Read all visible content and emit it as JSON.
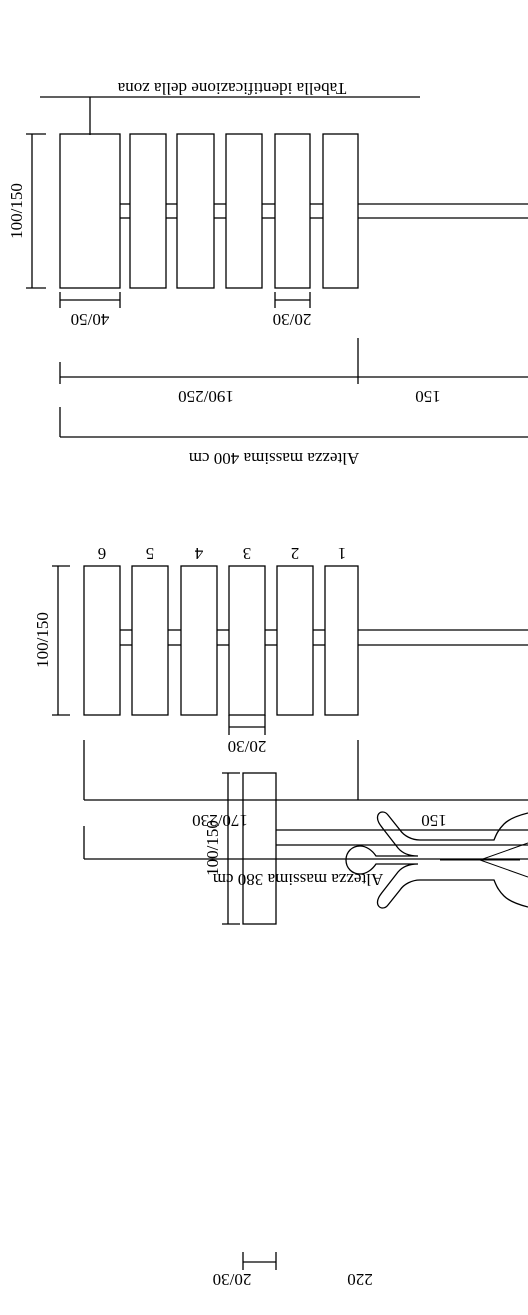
{
  "figure_400": {
    "zone_plate_label": "Tabella identificazione della zona",
    "sign_height": "100/150",
    "plate_width": "40/50",
    "sign_gap": "20/30",
    "upper_span": "190/250",
    "pole_span": "150",
    "total_height": "Altezza massima 400 cm"
  },
  "figure_380": {
    "sign_numbers": [
      "6",
      "5",
      "4",
      "3",
      "2",
      "1"
    ],
    "sign_height": "100/150",
    "sign_gap": "20/30",
    "upper_span": "170/230",
    "pole_span": "150",
    "total_height": "Altezza massima 380 cm"
  },
  "figure_single": {
    "sign_height": "100/150",
    "sign_gap": "20/30",
    "pole_span": "220"
  },
  "colors": {
    "line": "#000000",
    "background": "#ffffff"
  },
  "icons": {
    "person": "person-silhouette-icon"
  }
}
